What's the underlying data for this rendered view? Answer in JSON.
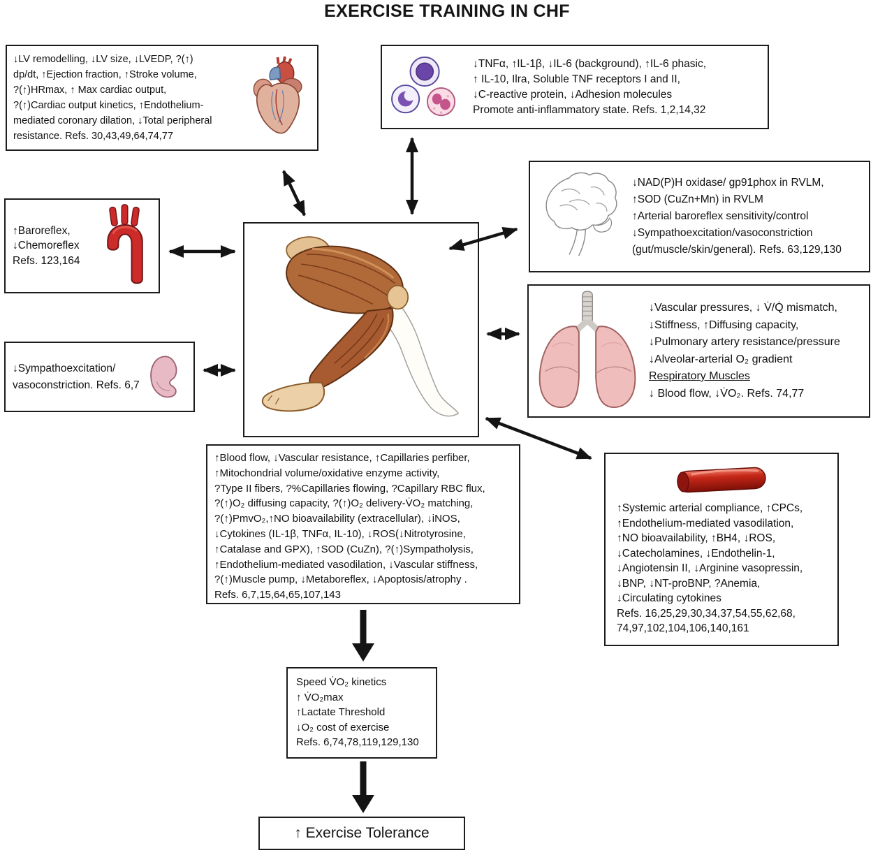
{
  "title": "EXERCISE TRAINING IN CHF",
  "accent_colors": {
    "box_border": "#1c1c1c",
    "arrow": "#141414",
    "aorta_red": "#cd2a2a",
    "lung_pink": "#f0bdbd",
    "cell_purple": "#6a46a8"
  },
  "illustrations": {
    "heart": "anatomical-heart",
    "immune_cells": "white-blood-cells",
    "brain": "brain-outline",
    "lungs": "lungs-with-trachea",
    "aorta": "aortic-arch",
    "kidney": "kidney",
    "leg": "leg-skeletal-muscle",
    "vessel": "blood-vessel-segment"
  },
  "boxes": {
    "heart": {
      "lines": [
        "↓LV remodelling, ↓LV size, ↓LVEDP, ?(↑)",
        "dp/dt, ↑Ejection fraction, ↑Stroke volume,",
        "?(↑)HRmax, ↑ Max cardiac output,",
        "?(↑)Cardiac output kinetics, ↑Endothelium-",
        "mediated coronary dilation, ↓Total peripheral",
        "resistance. Refs. 30,43,49,64,74,77"
      ]
    },
    "immune": {
      "lines": [
        "↓TNFα, ↑IL-1β, ↓IL-6 (background), ↑IL-6 phasic,",
        "↑ IL-10, Ilra, Soluble TNF receptors I and II,",
        "↓C-reactive protein, ↓Adhesion molecules",
        "Promote anti-inflammatory state. Refs. 1,2,14,32"
      ]
    },
    "brain": {
      "lines": [
        "↓NAD(P)H oxidase/ gp91phox in RVLM,",
        "↑SOD (CuZn+Mn) in RVLM",
        "↑Arterial baroreflex sensitivity/control",
        "↓Sympathoexcitation/vasoconstriction",
        "(gut/muscle/skin/general). Refs. 63,129,130"
      ]
    },
    "lungs": {
      "lines": [
        "↓Vascular pressures, ↓ V̇/Q̇ mismatch,",
        "↓Stiffness, ↑Diffusing capacity,",
        "↓Pulmonary artery resistance/pressure",
        "↓Alveolar-arterial O₂ gradient",
        "Respiratory Muscles",
        "↓ Blood flow, ↓V̇O₂. Refs. 74,77"
      ]
    },
    "aorta": {
      "lines": [
        "↑Baroreflex,",
        "↓Chemoreflex",
        "Refs. 123,164"
      ]
    },
    "kidney": {
      "lines": [
        "↓Sympathoexcitation/",
        "vasoconstriction. Refs. 6,7"
      ]
    },
    "muscle": {
      "lines": [
        "↑Blood flow, ↓Vascular resistance, ↑Capillaries perfiber,",
        "↑Mitochondrial volume/oxidative enzyme activity,",
        "?Type II fibers, ?%Capillaries flowing, ?Capillary RBC flux,",
        "?(↑)O₂ diffusing capacity, ?(↑)O₂ delivery-V̇O₂ matching,",
        "?(↑)PmvO₂,↑NO bioavailability (extracellular), ↓iNOS,",
        "↓Cytokines (IL-1β, TNFα, IL-10), ↓ROS(↓Nitrotyrosine,",
        "↑Catalase and GPX), ↑SOD (CuZn), ?(↑)Sympatholysis,",
        "↑Endothelium-mediated vasodilation, ↓Vascular stiffness,",
        "?(↑)Muscle pump, ↓Metaboreflex, ↓Apoptosis/atrophy .",
        "Refs. 6,7,15,64,65,107,143"
      ]
    },
    "vessel": {
      "lines": [
        "↑Systemic arterial compliance, ↑CPCs,",
        "↑Endothelium-mediated vasodilation,",
        "↑NO bioavailability, ↑BH4, ↓ROS,",
        "↓Catecholamines, ↓Endothelin-1,",
        "↓Angiotensin II, ↓Arginine vasopressin,",
        "↓BNP, ↓NT-proBNP, ?Anemia,",
        "↓Circulating cytokines",
        "Refs. 16,25,29,30,34,37,54,55,62,68,",
        "74,97,102,104,106,140,161"
      ]
    },
    "kinetics": {
      "lines": [
        "Speed V̇O₂ kinetics",
        "↑ V̇O₂max",
        "↑Lactate Threshold",
        "↓O₂ cost of exercise",
        "Refs. 6,74,78,119,129,130"
      ]
    },
    "tolerance": {
      "label": "↑ Exercise Tolerance"
    }
  }
}
